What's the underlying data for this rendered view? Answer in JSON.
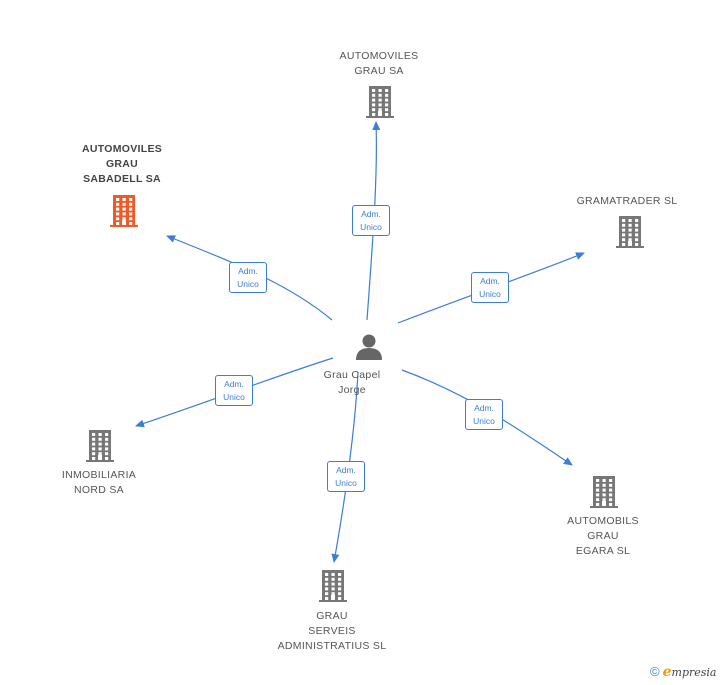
{
  "colors": {
    "edge": "#3b7dd8",
    "company": "#777777",
    "highlight": "#f05a28",
    "person": "#666666"
  },
  "center": {
    "name": "Grau Capel\nJorge",
    "icon": "person-icon"
  },
  "companies": [
    {
      "id": "automoviles-grau-sa",
      "name": "AUTOMOVILES\nGRAU SA",
      "highlight": false,
      "icon": "building-icon"
    },
    {
      "id": "automoviles-grau-sabadell-sa",
      "name": "AUTOMOVILES\nGRAU\nSABADELL SA",
      "highlight": true,
      "icon": "building-icon"
    },
    {
      "id": "gramatrader-sl",
      "name": "GRAMATRADER SL",
      "highlight": false,
      "icon": "building-icon"
    },
    {
      "id": "inmobiliaria-nord-sa",
      "name": "INMOBILIARIA\nNORD SA",
      "highlight": false,
      "icon": "building-icon"
    },
    {
      "id": "automobils-grau-egara-sl",
      "name": "AUTOMOBILS\nGRAU\nEGARA SL",
      "highlight": false,
      "icon": "building-icon"
    },
    {
      "id": "grau-serveis-administratius-sl",
      "name": "GRAU\nSERVEIS\nADMINISTRATIUS SL",
      "highlight": false,
      "icon": "building-icon"
    }
  ],
  "edges": [
    {
      "to": "automoviles-grau-sa",
      "label": "Adm.\nUnico"
    },
    {
      "to": "automoviles-grau-sabadell-sa",
      "label": "Adm.\nUnico"
    },
    {
      "to": "gramatrader-sl",
      "label": "Adm.\nUnico"
    },
    {
      "to": "inmobiliaria-nord-sa",
      "label": "Adm.\nUnico"
    },
    {
      "to": "automobils-grau-egara-sl",
      "label": "Adm.\nUnico"
    },
    {
      "to": "grau-serveis-administratius-sl",
      "label": "Adm.\nUnico"
    }
  ],
  "footer": {
    "copyright_symbol": "©",
    "brand_initial": "e",
    "brand_rest": "mpresia"
  }
}
